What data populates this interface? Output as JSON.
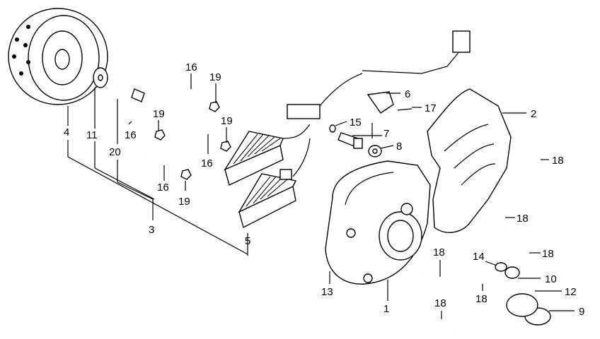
{
  "labels": {
    "n1": "1",
    "n2": "2",
    "n3": "3",
    "n4": "4",
    "n5": "5",
    "n6": "6",
    "n7": "7",
    "n8": "8",
    "n9": "9",
    "n10": "10",
    "n11": "11",
    "n12": "12",
    "n13": "13",
    "n14": "14",
    "n15": "15",
    "n16a": "16",
    "n16b": "16",
    "n16c": "16",
    "n16d": "16",
    "n17": "17",
    "n18a": "18",
    "n18b": "18",
    "n18c": "18",
    "n18d": "18",
    "n18e": "18",
    "n18f": "18",
    "n19a": "19",
    "n19b": "19",
    "n19c": "19",
    "n19d": "19",
    "n20": "20"
  }
}
